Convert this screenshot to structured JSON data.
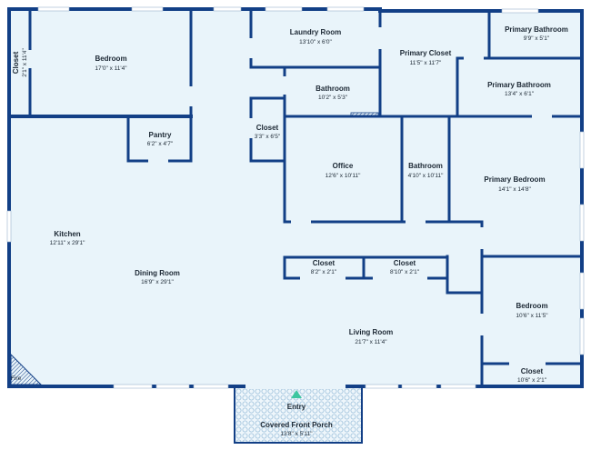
{
  "colors": {
    "wall": "#123f86",
    "floor": "#e9f4fa",
    "window": "#ffffff",
    "porch_tile": "#9fc2dc",
    "entry_marker": "#3cc6a0",
    "fire_hatch": "#123f86"
  },
  "rooms": {
    "closet_left": {
      "name": "Closet",
      "dim": "2'1\" x 11'4\""
    },
    "bedroom_top_left": {
      "name": "Bedroom",
      "dim": "17'0\" x 11'4\""
    },
    "laundry_room": {
      "name": "Laundry Room",
      "dim": "13'10\" x 6'0\""
    },
    "primary_closet": {
      "name": "Primary Closet",
      "dim": "11'5\" x 11'7\""
    },
    "primary_bathroom_small": {
      "name": "Primary Bathroom",
      "dim": "9'9\" x 5'1\""
    },
    "primary_bathroom_large": {
      "name": "Primary Bathroom",
      "dim": "13'4\" x 6'1\""
    },
    "bathroom_hall": {
      "name": "Bathroom",
      "dim": "10'2\" x 5'3\""
    },
    "pantry": {
      "name": "Pantry",
      "dim": "6'2\" x 4'7\""
    },
    "closet_hall": {
      "name": "Closet",
      "dim": "3'3\" x 6'5\""
    },
    "office": {
      "name": "Office",
      "dim": "12'6\" x 10'11\""
    },
    "bathroom_office": {
      "name": "Bathroom",
      "dim": "4'10\" x 10'11\""
    },
    "primary_bedroom": {
      "name": "Primary Bedroom",
      "dim": "14'1\" x 14'8\""
    },
    "kitchen": {
      "name": "Kitchen",
      "dim": "12'11\" x 29'1\""
    },
    "dining_room": {
      "name": "Dining Room",
      "dim": "16'9\" x 29'1\""
    },
    "closet_mid_left": {
      "name": "Closet",
      "dim": "8'2\" x 2'1\""
    },
    "closet_mid_right": {
      "name": "Closet",
      "dim": "8'10\" x 2'1\""
    },
    "living_room": {
      "name": "Living Room",
      "dim": "21'7\" x 11'4\""
    },
    "bedroom_bottom_right": {
      "name": "Bedroom",
      "dim": "10'6\" x 11'5\""
    },
    "closet_bottom_right": {
      "name": "Closet",
      "dim": "10'6\" x 2'1\""
    },
    "covered_front_porch": {
      "name": "Covered Front Porch",
      "dim": "13'8\" x 5'11\""
    }
  },
  "labels": {
    "entry": "Entry",
    "fire": "Fire"
  },
  "icons": {
    "entry_marker": "triangle-up-icon",
    "fireplace": "hatched-triangle-icon"
  }
}
